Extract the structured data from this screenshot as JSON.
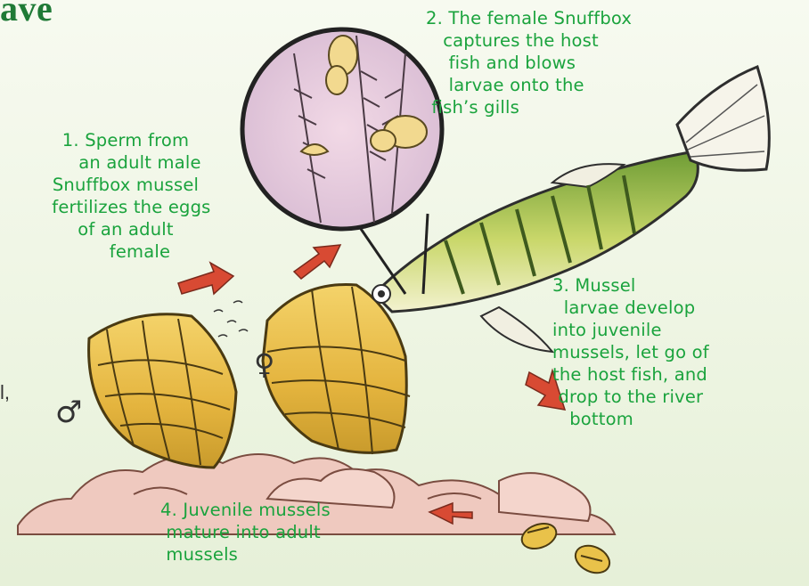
{
  "title_fragment": "ave",
  "left_edge_fragment": "l,",
  "steps": {
    "step1": "1. Sperm from\n     an adult male\nSnuffbox mussel\n  fertilizes the eggs\nof an adult\n     female",
    "step2": "2. The female Snuffbox\n   captures the host\n    fish and blows\n    larvae onto the\n fish’s gills",
    "step3": "3. Mussel\n  larvae develop\ninto juvenile\nmussels, let go of\nthe host fish, and\n drop to the river\n   bottom",
    "step4": "4. Juvenile mussels\n mature into adult\n mussels"
  },
  "symbols": {
    "male": "♂",
    "female": "♀"
  },
  "colors": {
    "label_green": "#1aa33d",
    "arrow_red": "#d84a33",
    "shell_yellow": "#e9c24a",
    "rock_pink": "#efc9bf",
    "fish_green": "#7fae3a"
  },
  "icons": [
    "magnifier-inset-circle",
    "fish",
    "male-mussel",
    "female-mussel",
    "juvenile-mussels",
    "rocks",
    "cycle-arrows"
  ]
}
